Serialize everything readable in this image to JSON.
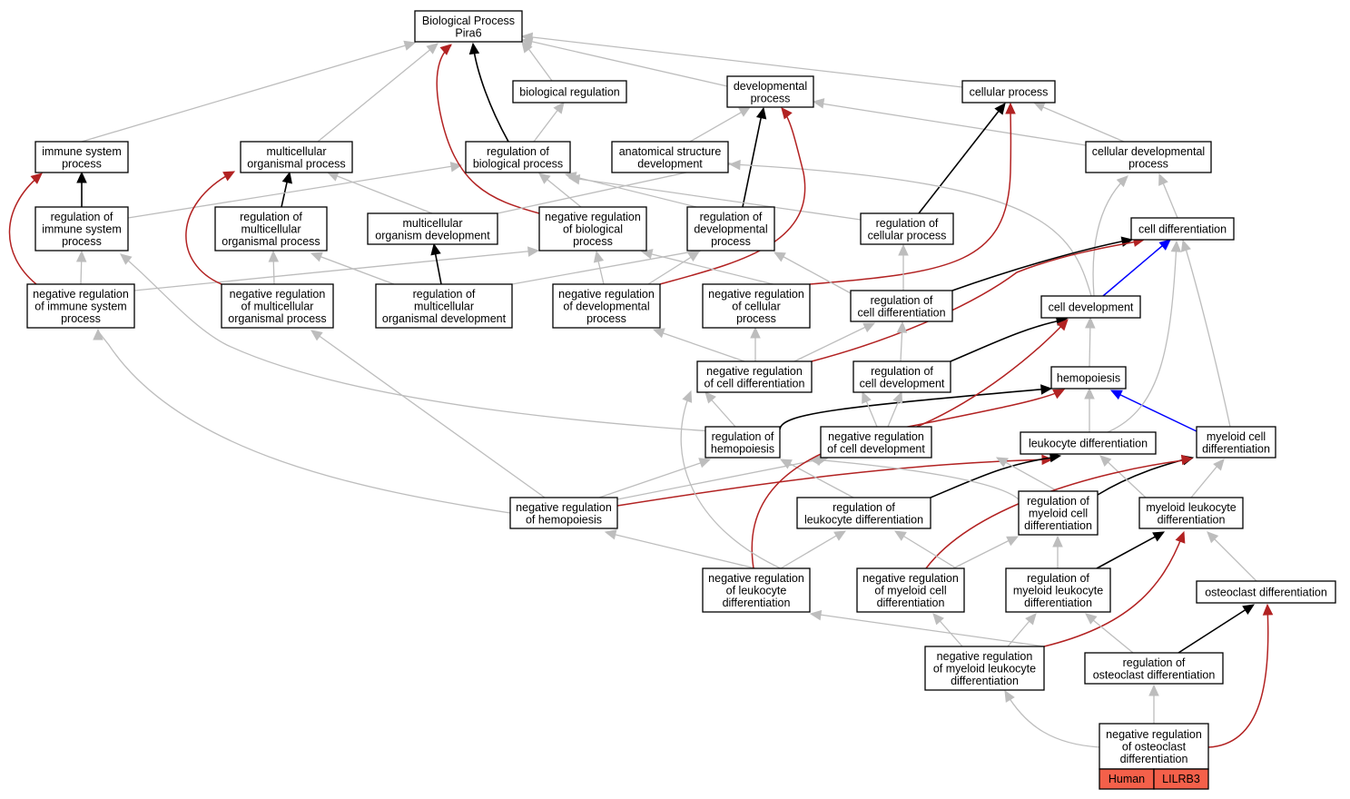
{
  "colors": {
    "normal_edge": "#bdbdbd",
    "is_a_edge": "#000000",
    "negative_regulation_edge": "#b22222",
    "part_of_edge": "#0000ff",
    "badge_fill": "#f4604a"
  },
  "nodes": {
    "bp_root": {
      "lines": [
        "Biological Process",
        "Pira6"
      ]
    },
    "biological_regulation": {
      "lines": [
        "biological regulation"
      ]
    },
    "developmental_process": {
      "lines": [
        "developmental",
        "process"
      ]
    },
    "cellular_process": {
      "lines": [
        "cellular process"
      ]
    },
    "immune_system_process": {
      "lines": [
        "immune system",
        "process"
      ]
    },
    "multicellular_organismal_process": {
      "lines": [
        "multicellular",
        "organismal process"
      ]
    },
    "regulation_of_biological_process": {
      "lines": [
        "regulation of",
        "biological process"
      ]
    },
    "anatomical_structure_development": {
      "lines": [
        "anatomical structure",
        "development"
      ]
    },
    "cellular_developmental_process": {
      "lines": [
        "cellular developmental",
        "process"
      ]
    },
    "regulation_of_immune_system_process": {
      "lines": [
        "regulation of",
        "immune system",
        "process"
      ]
    },
    "regulation_of_multicellular_organismal_process": {
      "lines": [
        "regulation of",
        "multicellular",
        "organismal process"
      ]
    },
    "multicellular_organism_development": {
      "lines": [
        "multicellular",
        "organism development"
      ]
    },
    "negative_regulation_of_biological_process": {
      "lines": [
        "negative regulation",
        "of biological",
        "process"
      ]
    },
    "regulation_of_developmental_process": {
      "lines": [
        "regulation of",
        "developmental",
        "process"
      ]
    },
    "regulation_of_cellular_process": {
      "lines": [
        "regulation of",
        "cellular process"
      ]
    },
    "cell_differentiation": {
      "lines": [
        "cell differentiation"
      ]
    },
    "negative_regulation_of_immune_system_process": {
      "lines": [
        "negative regulation",
        "of immune system",
        "process"
      ]
    },
    "negative_regulation_of_multicellular_organismal_process": {
      "lines": [
        "negative regulation",
        "of multicellular",
        "organismal process"
      ]
    },
    "regulation_of_multicellular_organismal_development": {
      "lines": [
        "regulation of",
        "multicellular",
        "organismal development"
      ]
    },
    "negative_regulation_of_developmental_process": {
      "lines": [
        "negative regulation",
        "of developmental",
        "process"
      ]
    },
    "negative_regulation_of_cellular_process": {
      "lines": [
        "negative regulation",
        "of cellular",
        "process"
      ]
    },
    "regulation_of_cell_differentiation": {
      "lines": [
        "regulation of",
        "cell differentiation"
      ]
    },
    "cell_development": {
      "lines": [
        "cell development"
      ]
    },
    "negative_regulation_of_cell_differentiation": {
      "lines": [
        "negative regulation",
        "of cell differentiation"
      ]
    },
    "regulation_of_cell_development": {
      "lines": [
        "regulation of",
        "cell development"
      ]
    },
    "hemopoiesis": {
      "lines": [
        "hemopoiesis"
      ]
    },
    "regulation_of_hemopoiesis": {
      "lines": [
        "regulation of",
        "hemopoiesis"
      ]
    },
    "negative_regulation_of_cell_development": {
      "lines": [
        "negative regulation",
        "of cell development"
      ]
    },
    "leukocyte_differentiation": {
      "lines": [
        "leukocyte differentiation"
      ]
    },
    "myeloid_cell_differentiation": {
      "lines": [
        "myeloid cell",
        "differentiation"
      ]
    },
    "negative_regulation_of_hemopoiesis": {
      "lines": [
        "negative regulation",
        "of hemopoiesis"
      ]
    },
    "regulation_of_leukocyte_differentiation": {
      "lines": [
        "regulation of",
        "leukocyte differentiation"
      ]
    },
    "regulation_of_myeloid_cell_differentiation": {
      "lines": [
        "regulation of",
        "myeloid cell",
        "differentiation"
      ]
    },
    "myeloid_leukocyte_differentiation": {
      "lines": [
        "myeloid leukocyte",
        "differentiation"
      ]
    },
    "negative_regulation_of_leukocyte_differentiation": {
      "lines": [
        "negative regulation",
        "of leukocyte",
        "differentiation"
      ]
    },
    "negative_regulation_of_myeloid_cell_differentiation": {
      "lines": [
        "negative regulation",
        "of myeloid cell",
        "differentiation"
      ]
    },
    "regulation_of_myeloid_leukocyte_differentiation": {
      "lines": [
        "regulation of",
        "myeloid leukocyte",
        "differentiation"
      ]
    },
    "osteoclast_differentiation": {
      "lines": [
        "osteoclast differentiation"
      ]
    },
    "negative_regulation_of_myeloid_leukocyte_differentiation": {
      "lines": [
        "negative regulation",
        "of myeloid leukocyte",
        "differentiation"
      ]
    },
    "regulation_of_osteoclast_differentiation": {
      "lines": [
        "regulation of",
        "osteoclast differentiation"
      ]
    },
    "negative_regulation_of_osteoclast_differentiation": {
      "lines": [
        "negative regulation",
        "of osteoclast",
        "differentiation"
      ]
    }
  },
  "badges": {
    "species": "Human",
    "gene": "LILRB3"
  }
}
